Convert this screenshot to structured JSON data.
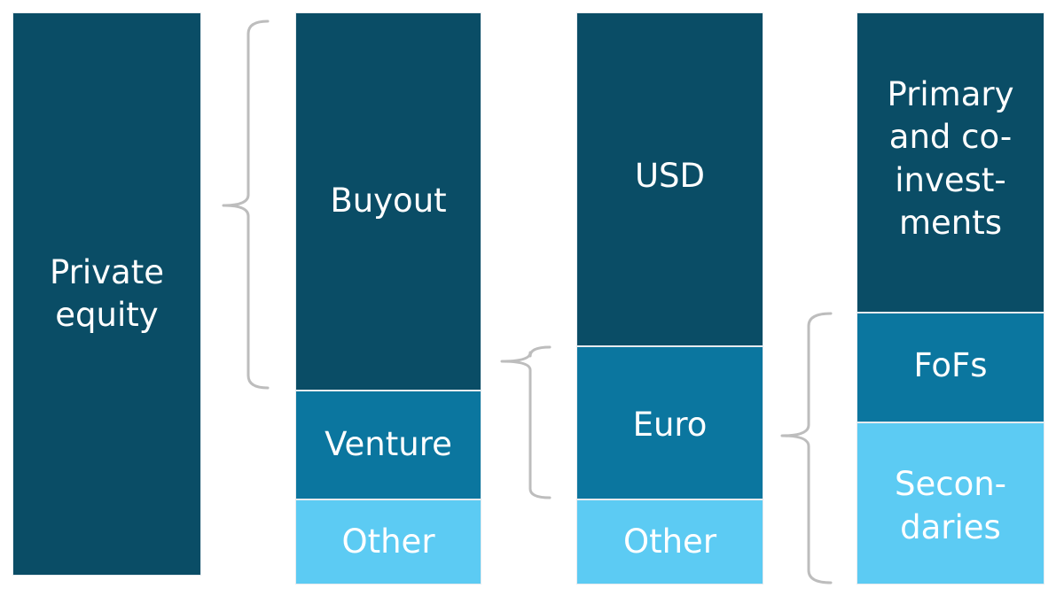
{
  "columns": [
    {
      "blocks": [
        {
          "label": "Private\nequity",
          "color": "#0a4d66"
        }
      ]
    },
    {
      "blocks": [
        {
          "label": "Buyout",
          "color": "#0a4d66"
        },
        {
          "label": "Venture",
          "color": "#0b769f"
        },
        {
          "label": "Other",
          "color": "#5ccbf3"
        }
      ]
    },
    {
      "blocks": [
        {
          "label": "USD",
          "color": "#0a4d66"
        },
        {
          "label": "Euro",
          "color": "#0b769f"
        },
        {
          "label": "Other",
          "color": "#5ccbf3"
        }
      ]
    },
    {
      "blocks": [
        {
          "label": "Primary\nand co-\ninvest-\nments",
          "color": "#0a4d66"
        },
        {
          "label": "FoFs",
          "color": "#0b769f"
        },
        {
          "label": "Secon-\ndaries",
          "color": "#5ccbf3"
        }
      ]
    }
  ],
  "bracket_color": "#bdbdbd"
}
